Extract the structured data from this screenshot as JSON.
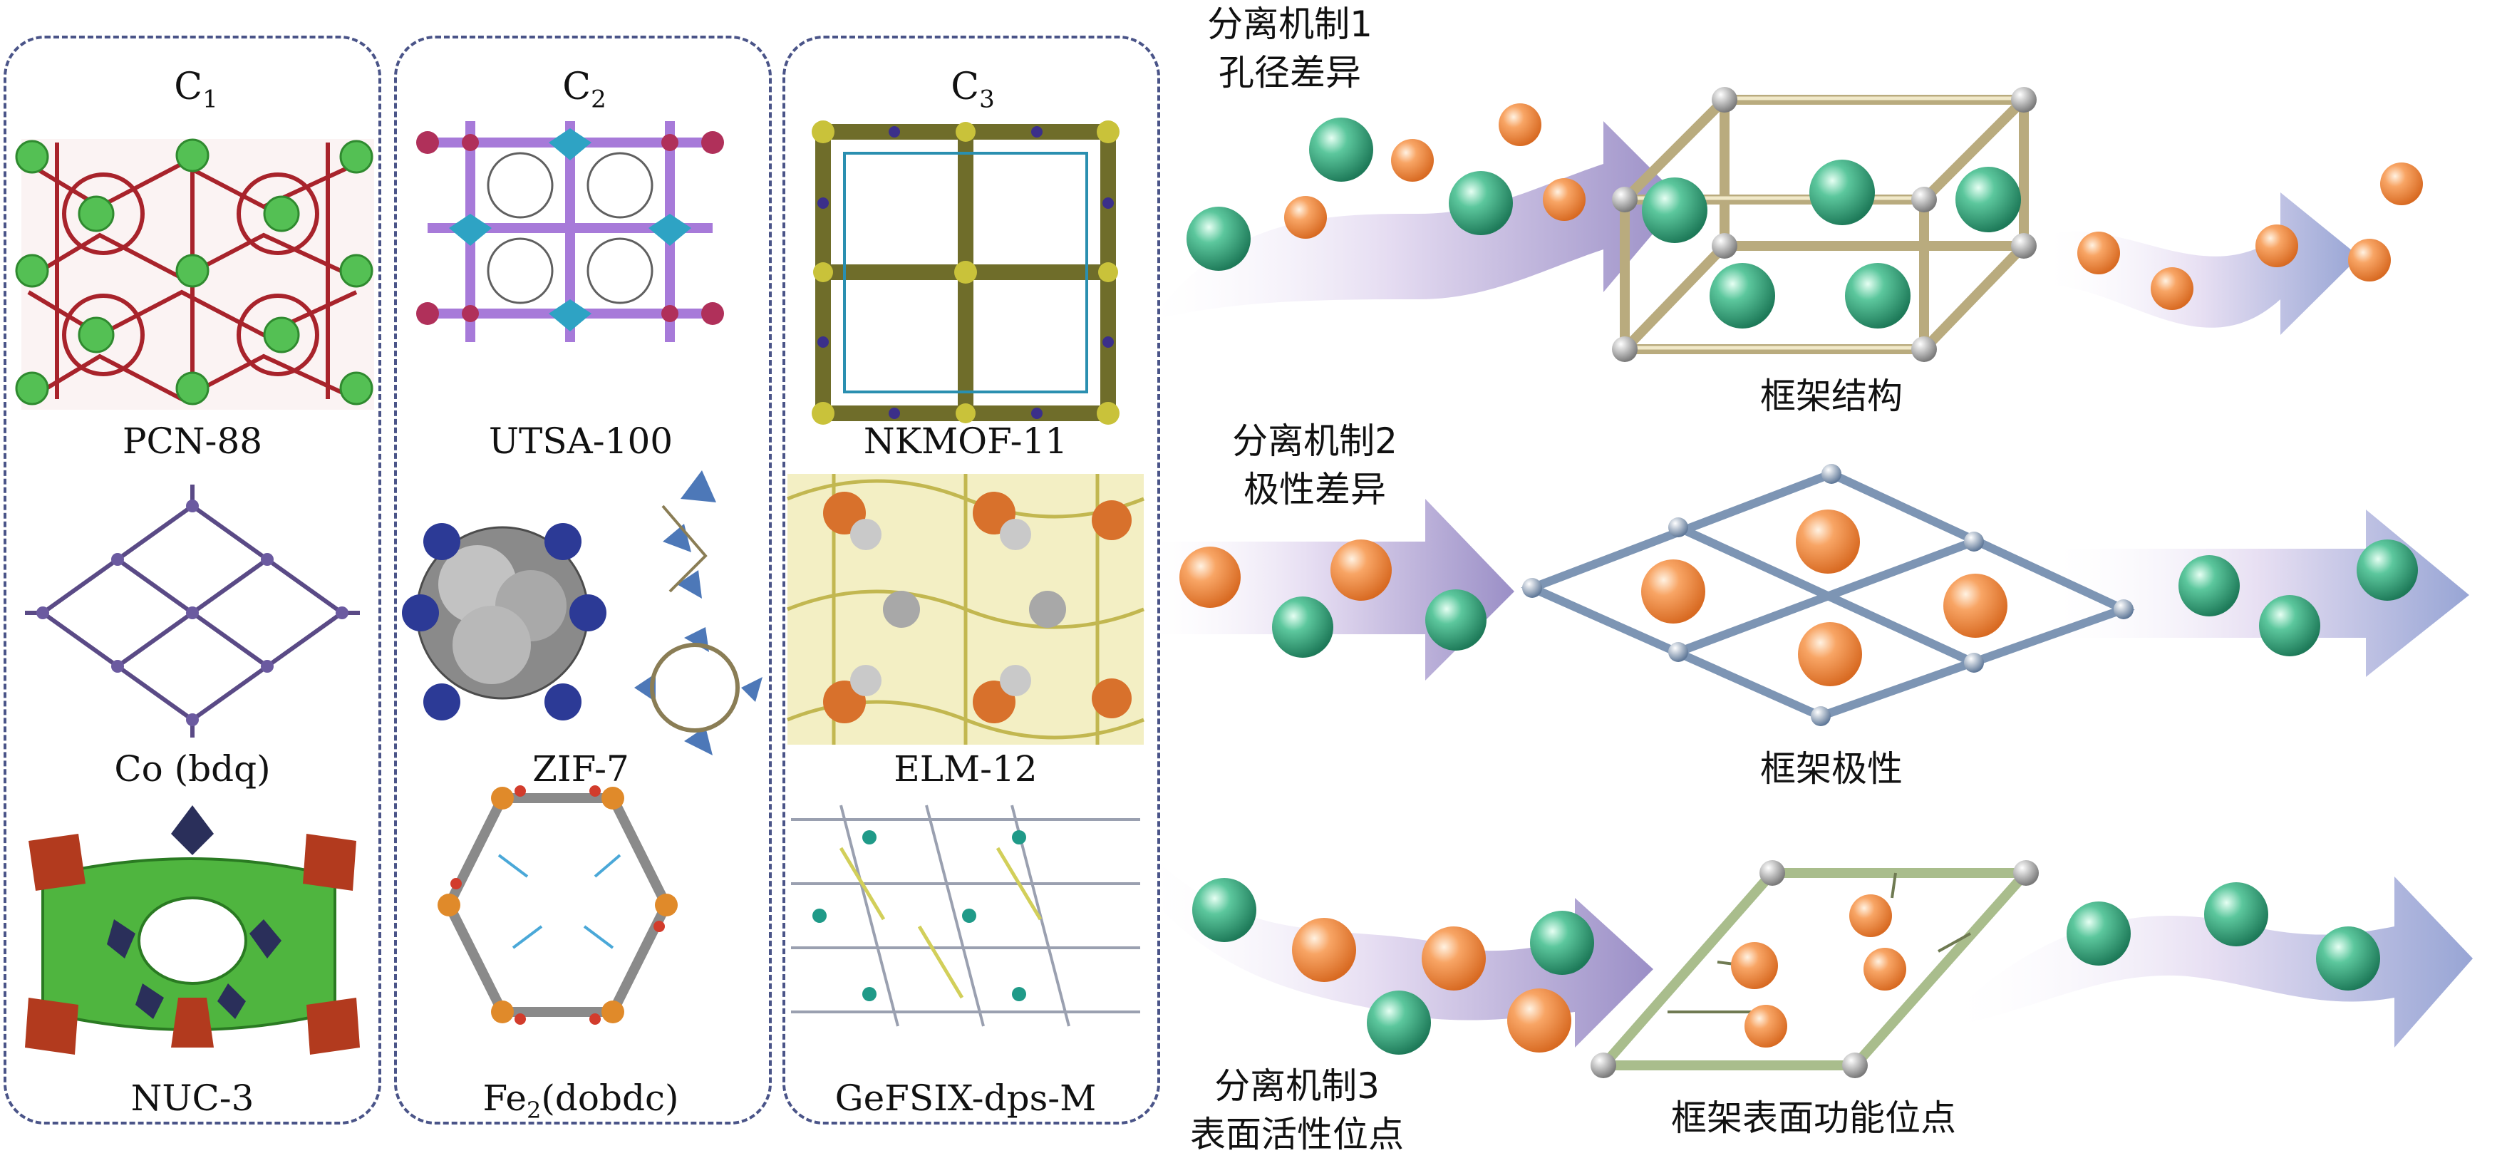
{
  "groups": [
    {
      "id": "C1",
      "letter": "C",
      "subscript": "1",
      "materials": [
        {
          "name": "PCN-88"
        },
        {
          "name": "Co (bdq)"
        },
        {
          "name": "NUC-3"
        }
      ]
    },
    {
      "id": "C2",
      "letter": "C",
      "subscript": "2",
      "materials": [
        {
          "name": "UTSA-100"
        },
        {
          "name": "ZIF-7"
        },
        {
          "name_prefix": "Fe",
          "name_sub": "2",
          "name_suffix": "(dobdc)"
        }
      ]
    },
    {
      "id": "C3",
      "letter": "C",
      "subscript": "3",
      "materials": [
        {
          "name": "NKMOF-11"
        },
        {
          "name": "ELM-12"
        },
        {
          "name": "GeFSIX-dps-M"
        }
      ]
    }
  ],
  "mechanisms": [
    {
      "title": "分离机制1",
      "subtitle": "孔径差异",
      "framework_label": "框架结构"
    },
    {
      "title": "分离机制2",
      "subtitle": "极性差异",
      "framework_label": "框架极性"
    },
    {
      "title": "分离机制3",
      "subtitle": "表面活性位点",
      "framework_label": "框架表面功能位点"
    }
  ],
  "colors": {
    "dashed_border": "#4a5488",
    "green_molecule": "#3fae86",
    "orange_molecule": "#f59a55",
    "arrow_light": "#efe8f6",
    "arrow_dark": "#9b86c4",
    "frame1": "#d8c89c",
    "frame2": "#7f97b4",
    "frame3": "#b7c99a"
  }
}
